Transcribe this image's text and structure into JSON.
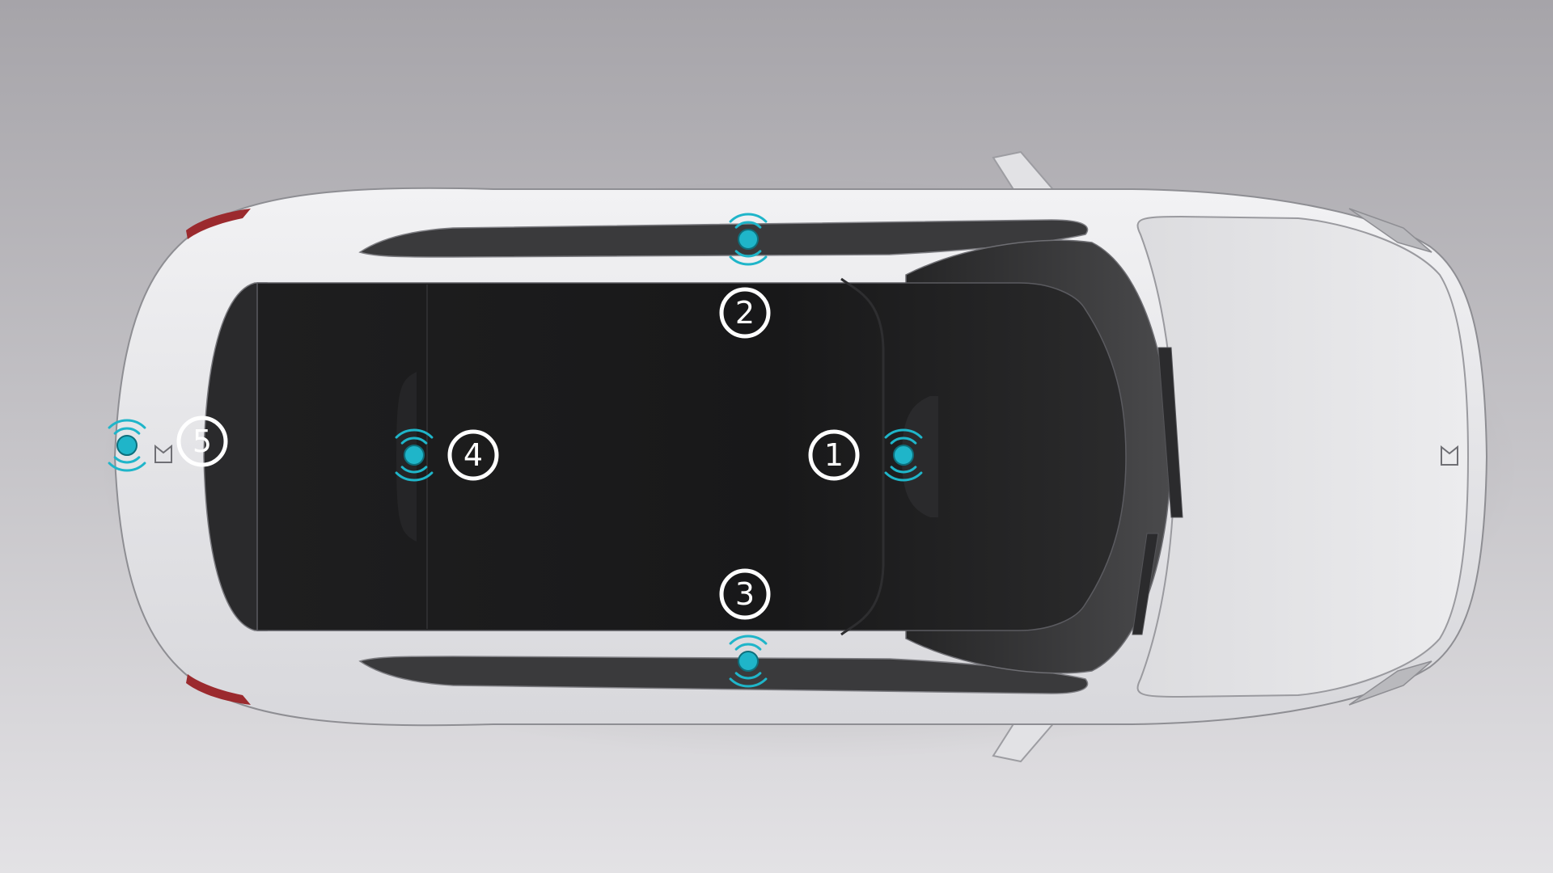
{
  "scene": {
    "background_top": "#a8a6ab",
    "background_bottom": "#e4e3e6",
    "car_body_color": "#e6e6e9",
    "glass_color": "#1c1c1d",
    "sensor_color": "#1fb5c9",
    "label_ring_color": "#ffffff"
  },
  "markers": [
    {
      "label": "1",
      "icon": "wireless-signal-icon"
    },
    {
      "label": "2",
      "icon": "wireless-signal-icon"
    },
    {
      "label": "3",
      "icon": "wireless-signal-icon"
    },
    {
      "label": "4",
      "icon": "wireless-signal-icon"
    },
    {
      "label": "5",
      "icon": "wireless-signal-icon"
    }
  ]
}
